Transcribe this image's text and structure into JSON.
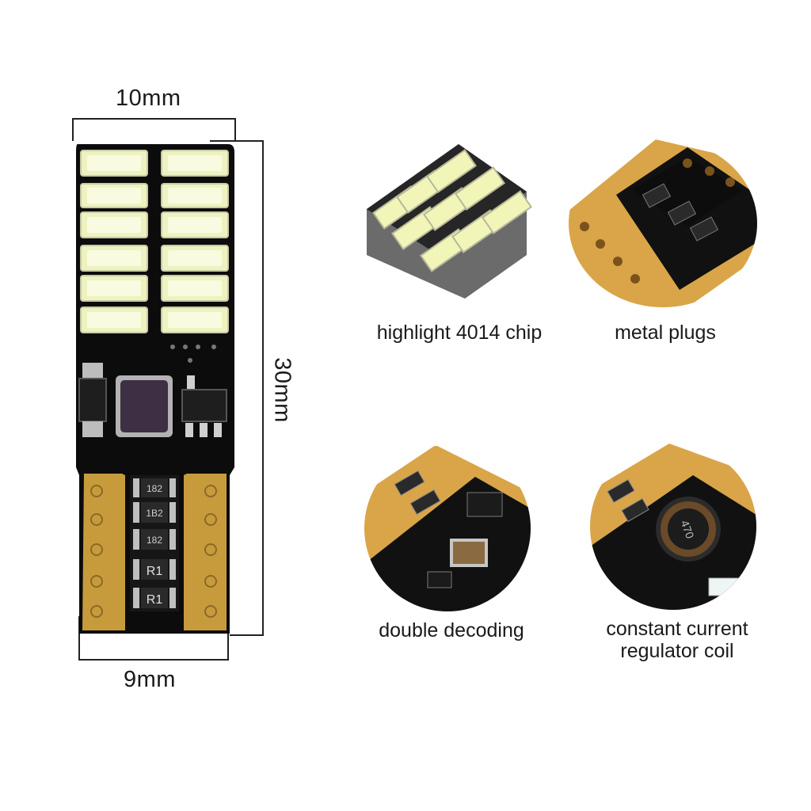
{
  "product": {
    "dimensions": {
      "top_width": "10mm",
      "height": "30mm",
      "bottom_width": "9mm"
    },
    "board_markings": {
      "resistor_code": "1B2",
      "resistor_code_alt": "182",
      "resistor_label": "R1",
      "coil_marking": "470"
    }
  },
  "features": [
    {
      "label": "highlight 4014 chip"
    },
    {
      "label": "metal plugs"
    },
    {
      "label": "double decoding"
    },
    {
      "label": "constant current regulator coil"
    }
  ],
  "feature_lines": {
    "regulator_line1": "constant current",
    "regulator_line2": "regulator coil"
  },
  "colors": {
    "pcb": "#0c0c0c",
    "led": "#f4f6c8",
    "copper": "#d8a83e",
    "dimension_line": "#222222"
  }
}
